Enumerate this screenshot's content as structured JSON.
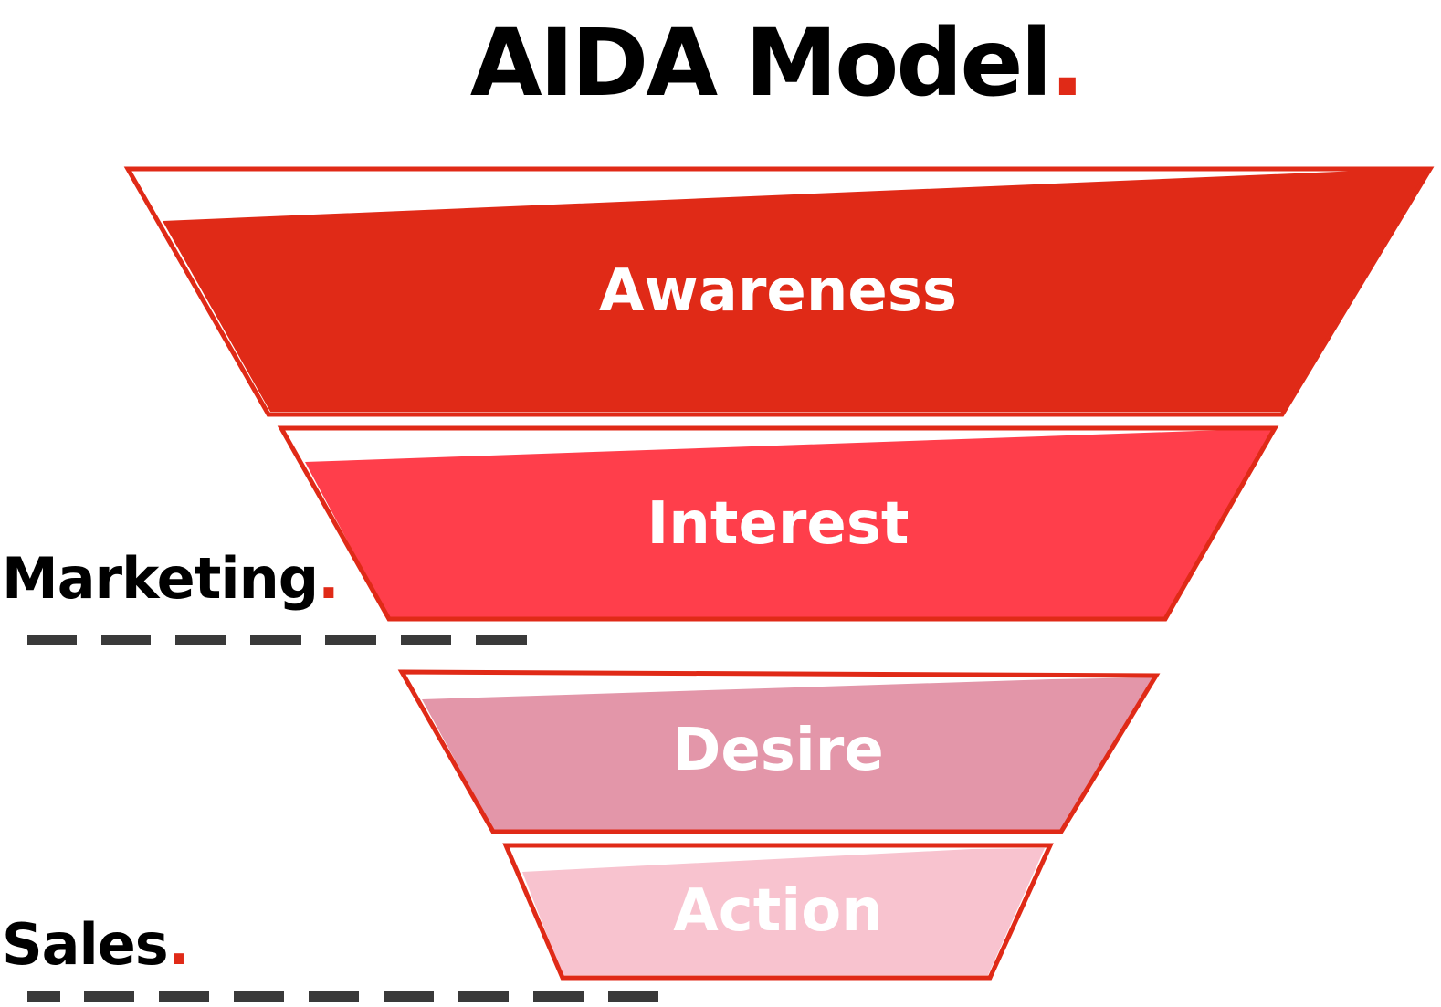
{
  "title": {
    "text": "AIDA Model",
    "dot": "."
  },
  "stages": [
    {
      "label": "Awareness",
      "color": "#e02a17"
    },
    {
      "label": "Interest",
      "color": "#ff3e4b"
    },
    {
      "label": "Desire",
      "color": "#e396a9"
    },
    {
      "label": "Action",
      "color": "#f8c3cf"
    }
  ],
  "side_labels": [
    {
      "text": "Marketing",
      "dot": "."
    },
    {
      "text": "Sales",
      "dot": "."
    }
  ],
  "colors": {
    "outline": "#e02a17",
    "accent_dot": "#e02a17",
    "dash": "#3a3a3a",
    "text_dark": "#000000",
    "text_light": "#ffffff"
  }
}
